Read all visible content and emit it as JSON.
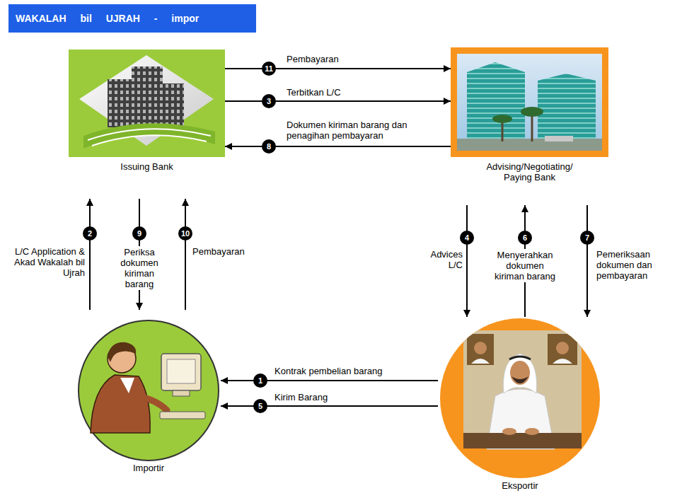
{
  "diagram": {
    "title": "WAKALAH bil UJRAH - impor",
    "nodes": [
      {
        "text": [
          "Issuing Bank"
        ]
      },
      {
        "text": [
          "Advising/Negotiating/ Paying Bank"
        ]
      },
      {
        "text": [
          "Importir"
        ]
      },
      {
        "text": [
          "Eksportir"
        ]
      }
    ],
    "edges": [
      {
        "from": 0,
        "to": 1,
        "arrow": "to",
        "label": "Pembayaran"
      },
      {
        "from": 0,
        "to": 1,
        "arrow": "to",
        "label": "Terbitkan L/C"
      },
      {
        "from": 1,
        "to": 0,
        "arrow": "to",
        "label": "Dokumen kiriman barang dan penagihan pembayaran"
      },
      {
        "from": 2,
        "to": 0,
        "arrow": "to",
        "label": "L/C Application & Akad Wakalah bil Ujrah"
      },
      {
        "from": 0,
        "to": 2,
        "arrow": "to",
        "label": "Periksa dokumen kiriman barang"
      },
      {
        "from": 2,
        "to": 0,
        "arrow": "to",
        "label": "Pembayaran"
      },
      {
        "from": 1,
        "to": 3,
        "arrow": "to",
        "label": "Advices L/C"
      },
      {
        "from": 3,
        "to": 1,
        "arrow": "to",
        "label": "Menyerahkan dokumen kiriman barang"
      },
      {
        "from": 1,
        "to": 3,
        "arrow": "to",
        "label": "Pemeriksaan dokumen dan pembayaran"
      },
      {
        "from": 3,
        "to": 2,
        "arrow": "to",
        "label": "Kontrak pembelian barang"
      },
      {
        "from": 3,
        "to": 2,
        "arrow": "to",
        "label": "Kirim Barang"
      }
    ],
    "labels": [
      "11",
      "3",
      "8",
      "2",
      "9",
      "10",
      "4",
      "6",
      "7",
      "1",
      "5"
    ]
  }
}
